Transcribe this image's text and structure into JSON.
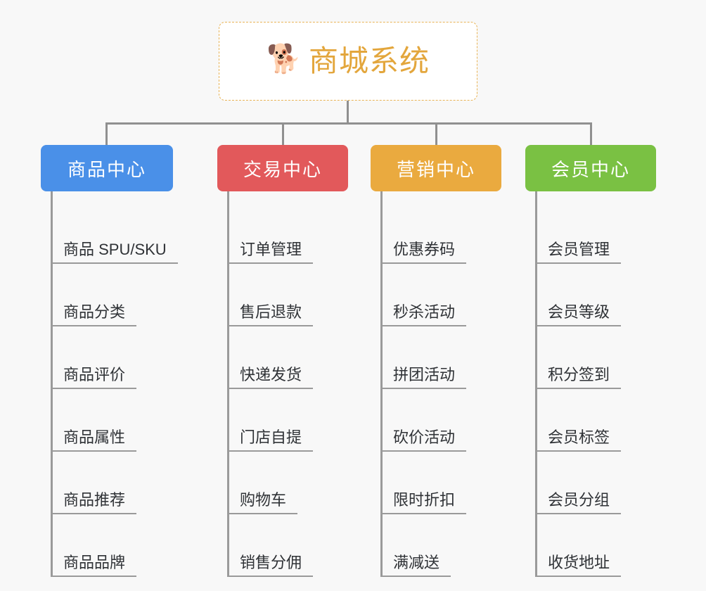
{
  "background_color": "#f8f8f8",
  "root": {
    "icon": "shiba-dog-face-icon",
    "icon_glyph": "🐕",
    "title": "商城系统",
    "title_color": "#e3a63c",
    "border_color": "#e8b355"
  },
  "connector_color": "#909090",
  "categories": [
    {
      "label": "商品中心",
      "color": "#4a90e8",
      "items": [
        "商品 SPU/SKU",
        "商品分类",
        "商品评价",
        "商品属性",
        "商品推荐",
        "商品品牌"
      ]
    },
    {
      "label": "交易中心",
      "color": "#e2595b",
      "items": [
        "订单管理",
        "售后退款",
        "快递发货",
        "门店自提",
        "购物车",
        "销售分佣"
      ]
    },
    {
      "label": "营销中心",
      "color": "#eaaa3f",
      "items": [
        "优惠券码",
        "秒杀活动",
        "拼团活动",
        "砍价活动",
        "限时折扣",
        "满减送"
      ]
    },
    {
      "label": "会员中心",
      "color": "#7ac143",
      "items": [
        "会员管理",
        "会员等级",
        "积分签到",
        "会员标签",
        "会员分组",
        "收货地址"
      ]
    }
  ]
}
